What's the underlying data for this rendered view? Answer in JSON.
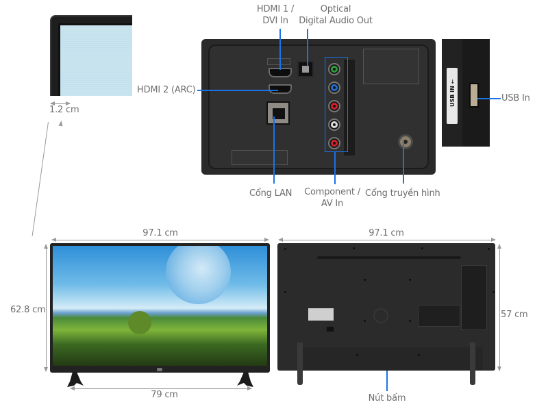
{
  "bezel_detail": {
    "thickness_label": "1.2 cm"
  },
  "port_panel": {
    "callouts": {
      "hdmi1": "HDMI 1 /",
      "hdmi1_line2": "DVI In",
      "optical": "Optical",
      "optical_line2": "Digital Audio Out",
      "hdmi2": "HDMI 2 (ARC)",
      "lan": "Cổng LAN",
      "component": "Component /",
      "component_line2": "AV In",
      "antenna": "Cổng truyền hình"
    },
    "rca_colors": [
      "#2f9e3a",
      "#1f6fd0",
      "#d0202a",
      "#dcdcdc",
      "#d0202a"
    ]
  },
  "usb_side": {
    "tag_text": "USB IN ⭠",
    "callout": "USB In"
  },
  "front_view": {
    "width_label": "97.1 cm",
    "height_label": "62.8 cm",
    "stand_width_label": "79 cm"
  },
  "rear_view": {
    "width_label": "97.1 cm",
    "height_label": "57 cm",
    "button_label": "Nút bấm"
  },
  "colors": {
    "callout_line": "#1a73e8",
    "dimension_line": "#999999",
    "label_text": "#6e6e6e"
  }
}
